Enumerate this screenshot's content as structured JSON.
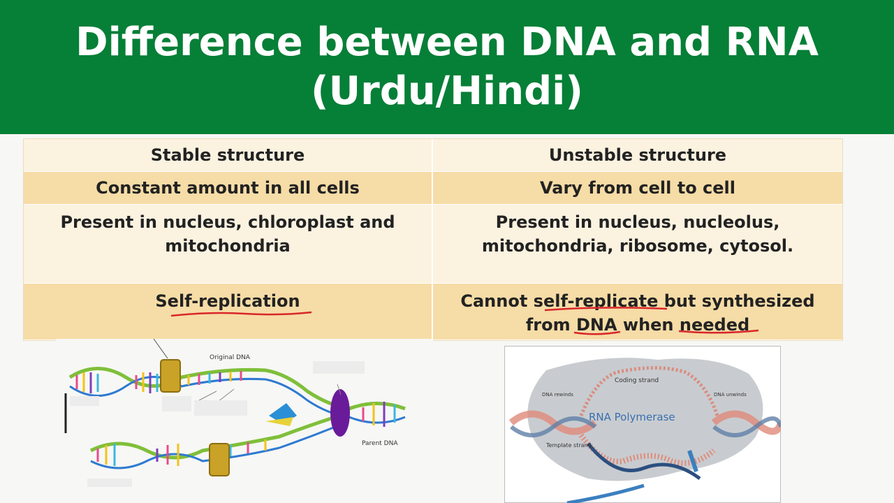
{
  "title": {
    "line1": "Difference between DNA and RNA",
    "line2": "(Urdu/Hindi)"
  },
  "table": {
    "rows": [
      {
        "dna": "Stable structure",
        "rna": "Unstable structure",
        "shade": "light"
      },
      {
        "dna": "Constant amount in all cells",
        "rna": "Vary from cell to cell",
        "shade": "dark"
      },
      {
        "dna": "Present in nucleus, chloroplast and mitochondria",
        "rna": "Present in nucleus, nucleolus, mitochondria, ribosome, cytosol.",
        "shade": "light"
      },
      {
        "dna": "Self-replication",
        "rna": "Cannot self-replicate but synthesized from DNA when needed",
        "shade": "dark"
      }
    ]
  },
  "replication_diagram": {
    "original_label": "Original DNA",
    "parent_label": "Parent DNA"
  },
  "transcription_diagram": {
    "coding_label": "Coding strand",
    "rewinds_label": "DNA rewinds",
    "unwinds_label": "DNA unwinds",
    "template_label": "Template strand",
    "enzyme_label": "RNA Polymerase"
  },
  "colors": {
    "banner": "#067f37",
    "row_light": "#fbf2e0",
    "row_dark": "#f6dca6",
    "underline": "#d9262a"
  }
}
